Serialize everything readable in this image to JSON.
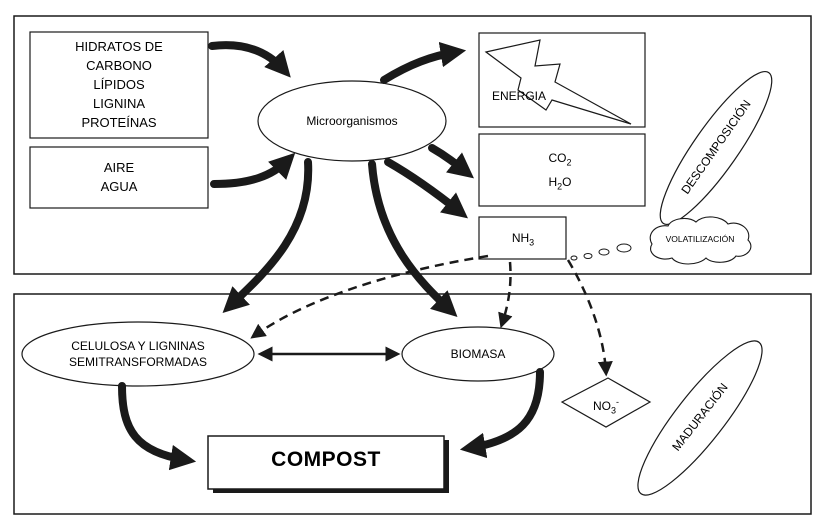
{
  "inputs_box": {
    "lines": [
      "HIDRATOS DE",
      "CARBONO",
      "LÍPIDOS",
      "LIGNINA",
      "PROTEÍNAS"
    ]
  },
  "air_water_box": {
    "lines": [
      "AIRE",
      "AGUA"
    ]
  },
  "microorganisms": {
    "label": "Microorganismos"
  },
  "energy": {
    "label": "ENERGIA"
  },
  "gases": {
    "co2": {
      "main": "CO",
      "sub": "2"
    },
    "h2o": {
      "main": "H",
      "sub": "2",
      "rest": "O"
    }
  },
  "ammonia": {
    "main": "NH",
    "sub": "3"
  },
  "volatilization": {
    "label": "VOLATILIZACIÓN"
  },
  "decomposition": {
    "label": "DESCOMPOSICIÓN"
  },
  "cellulose": {
    "lines": [
      "CELULOSA Y LIGNINAS",
      "SEMITRANSFORMADAS"
    ]
  },
  "biomass": {
    "label": "BIOMASA"
  },
  "nitrate": {
    "main": "NO",
    "sub": "3",
    "sup": "-"
  },
  "maturation": {
    "label": "MADURACIÓN"
  },
  "compost": {
    "label": "COMPOST"
  },
  "colors": {
    "ink": "#1a1a1a",
    "background": "#ffffff"
  }
}
